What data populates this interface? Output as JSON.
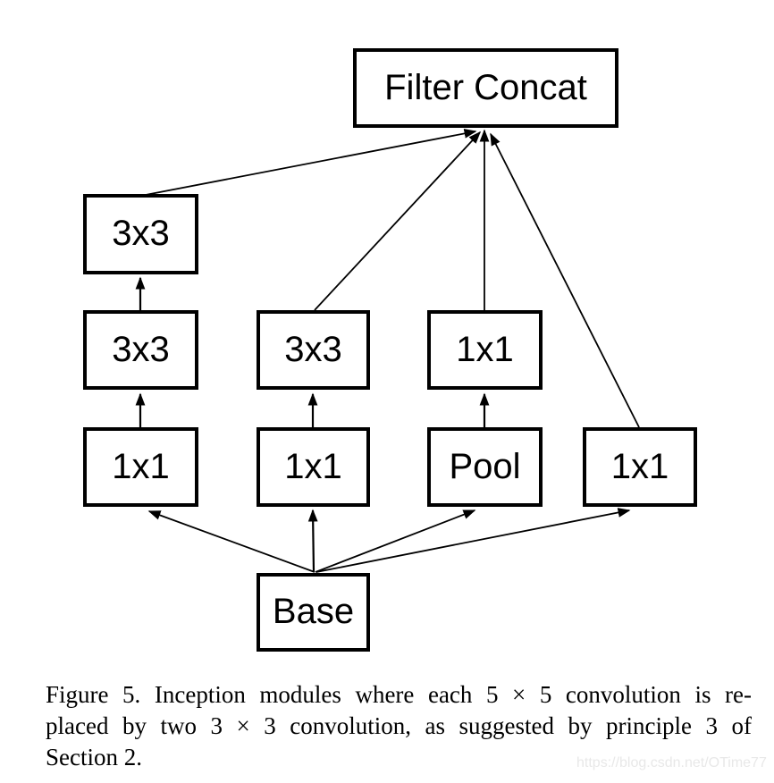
{
  "figure": {
    "title": "Inception module diagram",
    "nodes": [
      {
        "id": "filter_concat",
        "label": "Filter Concat"
      },
      {
        "id": "conv3x3_top",
        "label": "3x3"
      },
      {
        "id": "conv3x3_left",
        "label": "3x3"
      },
      {
        "id": "conv3x3_mid",
        "label": "3x3"
      },
      {
        "id": "conv1x1_col3",
        "label": "1x1"
      },
      {
        "id": "conv1x1_left",
        "label": "1x1"
      },
      {
        "id": "conv1x1_mid",
        "label": "1x1"
      },
      {
        "id": "pool",
        "label": "Pool"
      },
      {
        "id": "conv1x1_right",
        "label": "1x1"
      },
      {
        "id": "base",
        "label": "Base"
      }
    ],
    "edges": [
      {
        "from": "base",
        "to": "conv1x1_left"
      },
      {
        "from": "base",
        "to": "conv1x1_mid"
      },
      {
        "from": "base",
        "to": "pool"
      },
      {
        "from": "base",
        "to": "conv1x1_right"
      },
      {
        "from": "conv1x1_left",
        "to": "conv3x3_left"
      },
      {
        "from": "conv1x1_mid",
        "to": "conv3x3_mid"
      },
      {
        "from": "pool",
        "to": "conv1x1_col3"
      },
      {
        "from": "conv3x3_left",
        "to": "conv3x3_top"
      },
      {
        "from": "conv3x3_top",
        "to": "filter_concat"
      },
      {
        "from": "conv3x3_mid",
        "to": "filter_concat"
      },
      {
        "from": "conv1x1_col3",
        "to": "filter_concat"
      },
      {
        "from": "conv1x1_right",
        "to": "filter_concat"
      }
    ]
  },
  "caption": {
    "lines": [
      "Figure 5. Inception modules where each 5 × 5 convolution is re-",
      "placed by two 3 × 3 convolution, as suggested by principle 3 of",
      "Section 2."
    ]
  },
  "watermark": {
    "text": "https://blog.csdn.net/OTime77"
  },
  "colors": {
    "line": "#000000",
    "background": "#ffffff",
    "watermark_text": "#e8e8e8"
  }
}
